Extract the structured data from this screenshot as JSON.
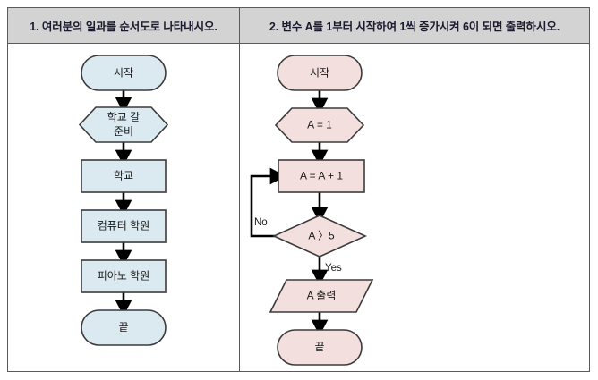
{
  "table": {
    "columns": [
      {
        "header": "1. 여러분의 일과를 순서도로 나타내시오."
      },
      {
        "header": "2. 변수 A를 1부터 시작하여 1씩 증가시켜 6이 되면 출력하시오."
      }
    ]
  },
  "colors": {
    "header_bg": "#d3d3d3",
    "border": "#5a5a5a",
    "shape_blue_fill": "#dbeaf1",
    "shape_pink_fill": "#f4dfdf",
    "shape_stroke": "#3b3b3b",
    "connector": "#000000",
    "text": "#1a1a1a"
  },
  "flowchart_left": {
    "name": "daily-routine-flowchart",
    "fill": "#dbeaf1",
    "nodes": [
      {
        "id": "start",
        "type": "terminator",
        "label": "시작"
      },
      {
        "id": "prepare",
        "type": "hexagon",
        "label": "학교 갈\n준비",
        "line1": "학교 갈",
        "line2": "준비"
      },
      {
        "id": "school",
        "type": "process",
        "label": "학교"
      },
      {
        "id": "computer",
        "type": "process",
        "label": "컴퓨터 학원"
      },
      {
        "id": "piano",
        "type": "process",
        "label": "피아노 학원"
      },
      {
        "id": "end",
        "type": "terminator",
        "label": "끝"
      }
    ],
    "edges": [
      {
        "from": "start",
        "to": "prepare",
        "label": ""
      },
      {
        "from": "prepare",
        "to": "school",
        "label": ""
      },
      {
        "from": "school",
        "to": "computer",
        "label": ""
      },
      {
        "from": "computer",
        "to": "piano",
        "label": ""
      },
      {
        "from": "piano",
        "to": "end",
        "label": ""
      }
    ]
  },
  "flowchart_right": {
    "name": "counter-loop-flowchart",
    "fill": "#f4dfdf",
    "nodes": [
      {
        "id": "start",
        "type": "terminator",
        "label": "시작"
      },
      {
        "id": "init",
        "type": "hexagon",
        "label": "A = 1"
      },
      {
        "id": "increment",
        "type": "process",
        "label": "A = A + 1"
      },
      {
        "id": "decision",
        "type": "decision",
        "label": "A 〉5"
      },
      {
        "id": "output",
        "type": "parallelogram",
        "label": "A 출력"
      },
      {
        "id": "end",
        "type": "terminator",
        "label": "끝"
      }
    ],
    "edges": [
      {
        "from": "start",
        "to": "init",
        "label": ""
      },
      {
        "from": "init",
        "to": "increment",
        "label": ""
      },
      {
        "from": "increment",
        "to": "decision",
        "label": ""
      },
      {
        "from": "decision",
        "to": "increment",
        "label": "No"
      },
      {
        "from": "decision",
        "to": "output",
        "label": "Yes"
      },
      {
        "from": "output",
        "to": "end",
        "label": ""
      }
    ],
    "edge_labels": {
      "no": "No",
      "yes": "Yes"
    }
  }
}
